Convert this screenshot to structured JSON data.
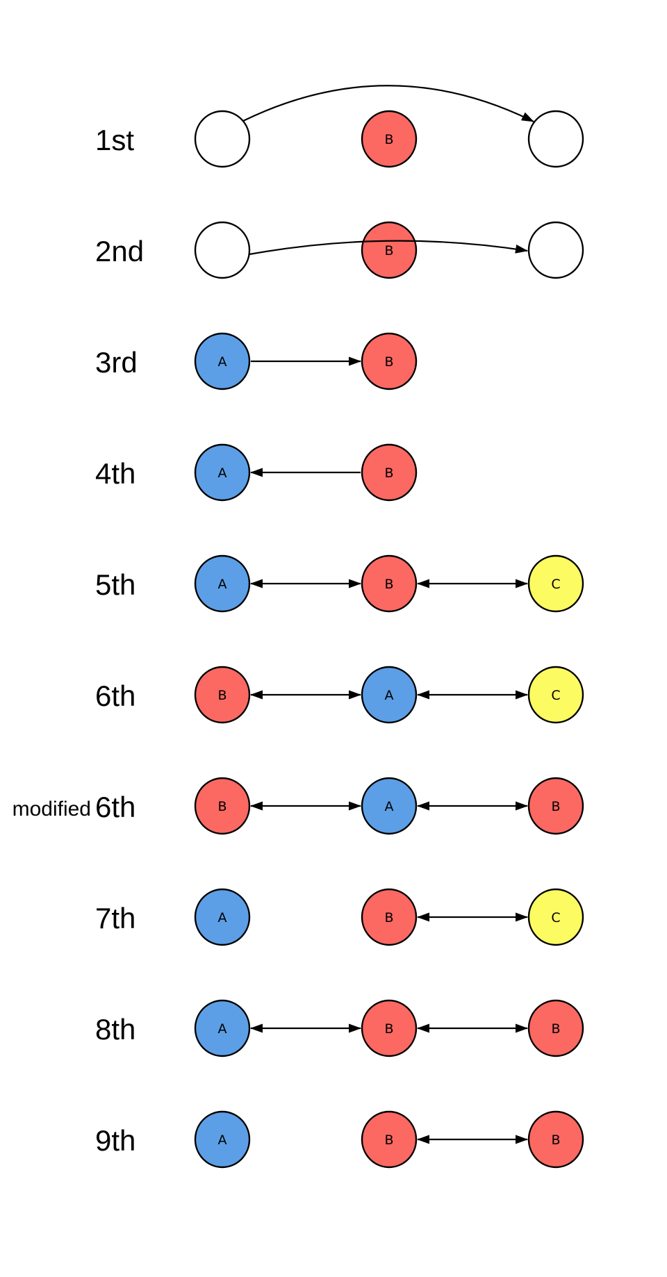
{
  "diagram": {
    "description": "sequence-of-steps node diagram",
    "colors": {
      "blue": "#5C9FE6",
      "red": "#FB6962",
      "yellow": "#FCFC62",
      "white": "#FFFFFF",
      "stroke": "#000000"
    },
    "rows": [
      {
        "label": "1st",
        "prefix": "",
        "nodes": [
          {
            "col": 0,
            "letter": "",
            "fill": "white"
          },
          {
            "col": 1,
            "letter": "B",
            "fill": "red"
          },
          {
            "col": 2,
            "letter": "",
            "fill": "white"
          }
        ],
        "edges": [
          {
            "from": 0,
            "to": 2,
            "style": "arc_high",
            "heads": "end"
          }
        ]
      },
      {
        "label": "2nd",
        "prefix": "",
        "nodes": [
          {
            "col": 0,
            "letter": "",
            "fill": "white"
          },
          {
            "col": 1,
            "letter": "B",
            "fill": "red"
          },
          {
            "col": 2,
            "letter": "",
            "fill": "white"
          }
        ],
        "edges": [
          {
            "from": 0,
            "to": 2,
            "style": "arc_low",
            "heads": "end"
          }
        ]
      },
      {
        "label": "3rd",
        "prefix": "",
        "nodes": [
          {
            "col": 0,
            "letter": "A",
            "fill": "blue"
          },
          {
            "col": 1,
            "letter": "B",
            "fill": "red"
          }
        ],
        "edges": [
          {
            "from": 0,
            "to": 1,
            "style": "line",
            "heads": "end"
          }
        ]
      },
      {
        "label": "4th",
        "prefix": "",
        "nodes": [
          {
            "col": 0,
            "letter": "A",
            "fill": "blue"
          },
          {
            "col": 1,
            "letter": "B",
            "fill": "red"
          }
        ],
        "edges": [
          {
            "from": 1,
            "to": 0,
            "style": "line",
            "heads": "end"
          }
        ]
      },
      {
        "label": "5th",
        "prefix": "",
        "nodes": [
          {
            "col": 0,
            "letter": "A",
            "fill": "blue"
          },
          {
            "col": 1,
            "letter": "B",
            "fill": "red"
          },
          {
            "col": 2,
            "letter": "C",
            "fill": "yellow"
          }
        ],
        "edges": [
          {
            "from": 0,
            "to": 1,
            "style": "line",
            "heads": "both"
          },
          {
            "from": 1,
            "to": 2,
            "style": "line",
            "heads": "both"
          }
        ]
      },
      {
        "label": "6th",
        "prefix": "",
        "nodes": [
          {
            "col": 0,
            "letter": "B",
            "fill": "red"
          },
          {
            "col": 1,
            "letter": "A",
            "fill": "blue"
          },
          {
            "col": 2,
            "letter": "C",
            "fill": "yellow"
          }
        ],
        "edges": [
          {
            "from": 0,
            "to": 1,
            "style": "line",
            "heads": "both"
          },
          {
            "from": 1,
            "to": 2,
            "style": "line",
            "heads": "both"
          }
        ]
      },
      {
        "label": "6th",
        "prefix": "modified",
        "nodes": [
          {
            "col": 0,
            "letter": "B",
            "fill": "red"
          },
          {
            "col": 1,
            "letter": "A",
            "fill": "blue"
          },
          {
            "col": 2,
            "letter": "B",
            "fill": "red"
          }
        ],
        "edges": [
          {
            "from": 0,
            "to": 1,
            "style": "line",
            "heads": "both"
          },
          {
            "from": 1,
            "to": 2,
            "style": "line",
            "heads": "both"
          }
        ]
      },
      {
        "label": "7th",
        "prefix": "",
        "nodes": [
          {
            "col": 0,
            "letter": "A",
            "fill": "blue"
          },
          {
            "col": 1,
            "letter": "B",
            "fill": "red"
          },
          {
            "col": 2,
            "letter": "C",
            "fill": "yellow"
          }
        ],
        "edges": [
          {
            "from": 1,
            "to": 2,
            "style": "line",
            "heads": "both"
          }
        ]
      },
      {
        "label": "8th",
        "prefix": "",
        "nodes": [
          {
            "col": 0,
            "letter": "A",
            "fill": "blue"
          },
          {
            "col": 1,
            "letter": "B",
            "fill": "red"
          },
          {
            "col": 2,
            "letter": "B",
            "fill": "red"
          }
        ],
        "edges": [
          {
            "from": 0,
            "to": 1,
            "style": "line",
            "heads": "both"
          },
          {
            "from": 1,
            "to": 2,
            "style": "line",
            "heads": "both"
          }
        ]
      },
      {
        "label": "9th",
        "prefix": "",
        "nodes": [
          {
            "col": 0,
            "letter": "A",
            "fill": "blue"
          },
          {
            "col": 1,
            "letter": "B",
            "fill": "red"
          },
          {
            "col": 2,
            "letter": "B",
            "fill": "red"
          }
        ],
        "edges": [
          {
            "from": 1,
            "to": 2,
            "style": "line",
            "heads": "both"
          }
        ]
      }
    ]
  }
}
